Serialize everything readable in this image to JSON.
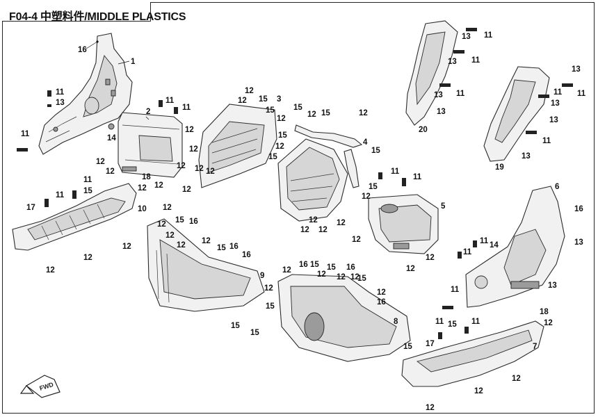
{
  "diagram": {
    "title": "F04-4 中塑料件/MIDDLE PLASTICS",
    "fwd_label": "FWD",
    "callouts": {
      "c1": "1",
      "c2": "2",
      "c3": "3",
      "c4": "4",
      "c5": "5",
      "c6": "6",
      "c7": "7",
      "c8": "8",
      "c9": "9",
      "c10": "10",
      "c11": "11",
      "c12": "12",
      "c13": "13",
      "c14": "14",
      "c15": "15",
      "c16": "16",
      "c17": "17",
      "c18": "18",
      "c19": "19",
      "c20": "20"
    }
  }
}
